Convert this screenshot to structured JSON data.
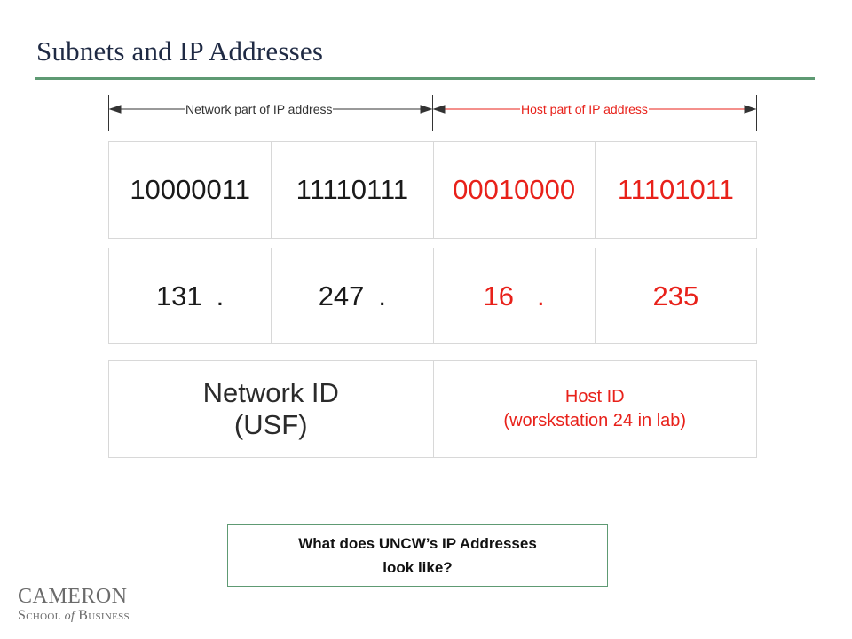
{
  "slide": {
    "title": "Subnets and IP Addresses"
  },
  "dimensions": {
    "network_label": "Network part of IP address",
    "host_label": "Host part of IP address"
  },
  "binary_row": [
    {
      "value": "10000011",
      "part": "network"
    },
    {
      "value": "11110111",
      "part": "network"
    },
    {
      "value": "00010000",
      "part": "host"
    },
    {
      "value": "11101011",
      "part": "host"
    }
  ],
  "decimal_row": [
    {
      "value": "131",
      "dot": ".",
      "part": "network"
    },
    {
      "value": "247",
      "dot": ".",
      "part": "network"
    },
    {
      "value": "16",
      "dot": ".",
      "part": "host"
    },
    {
      "value": "235",
      "dot": "",
      "part": "host"
    }
  ],
  "id_row": {
    "network_line1": "Network ID",
    "network_line2": "(USF)",
    "host_line1": "Host ID",
    "host_line2": "(worskstation 24 in lab)"
  },
  "question": {
    "line1": "What does UNCW’s IP Addresses",
    "line2": "look like?"
  },
  "logo": {
    "line1": "CAMERON",
    "school_S": "S",
    "school_rest": "chool",
    "of": "of",
    "business_B": "B",
    "business_rest": "usiness"
  },
  "colors": {
    "network": "#1a1a1a",
    "host": "#e8211a",
    "accent_rule": "#5e9a73",
    "title": "#1f2a44"
  }
}
